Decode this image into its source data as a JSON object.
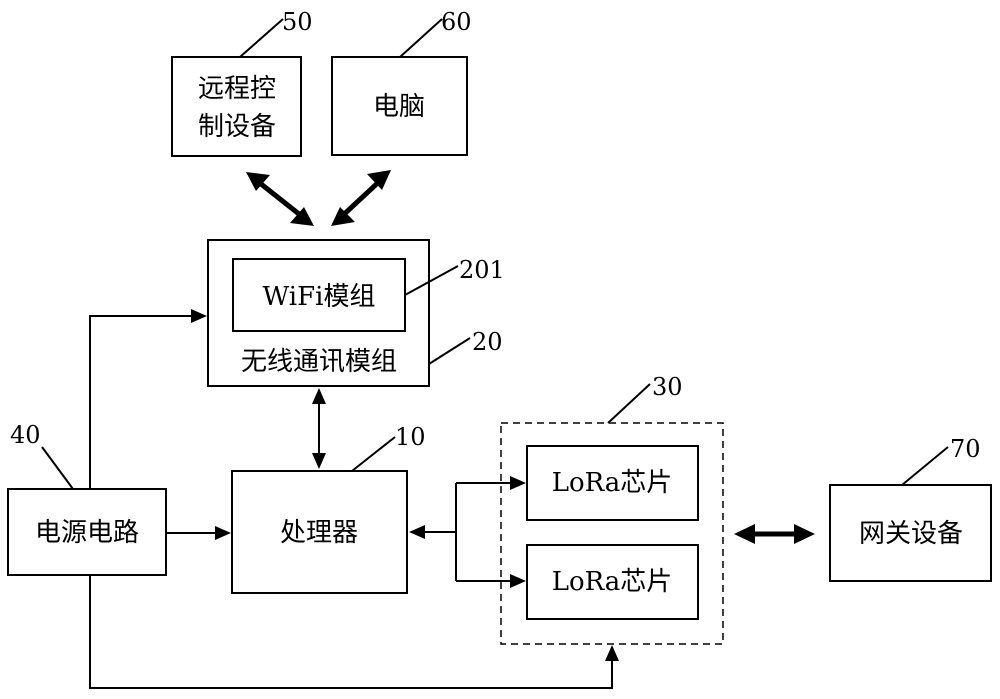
{
  "blocks": {
    "remote_control": {
      "line1": "远程控",
      "line2": "制设备",
      "ref": "50"
    },
    "computer": {
      "label": "电脑",
      "ref": "60"
    },
    "wifi_module": {
      "label": "WiFi模组",
      "ref": "201"
    },
    "wireless_module": {
      "label": "无线通讯模组",
      "ref": "20"
    },
    "processor": {
      "label": "处理器",
      "ref": "10"
    },
    "power_circuit": {
      "label": "电源电路",
      "ref": "40"
    },
    "lora_group": {
      "ref": "30"
    },
    "lora_chip_1": {
      "label": "LoRa芯片"
    },
    "lora_chip_2": {
      "label": "LoRa芯片"
    },
    "gateway": {
      "label": "网关设备",
      "ref": "70"
    }
  }
}
